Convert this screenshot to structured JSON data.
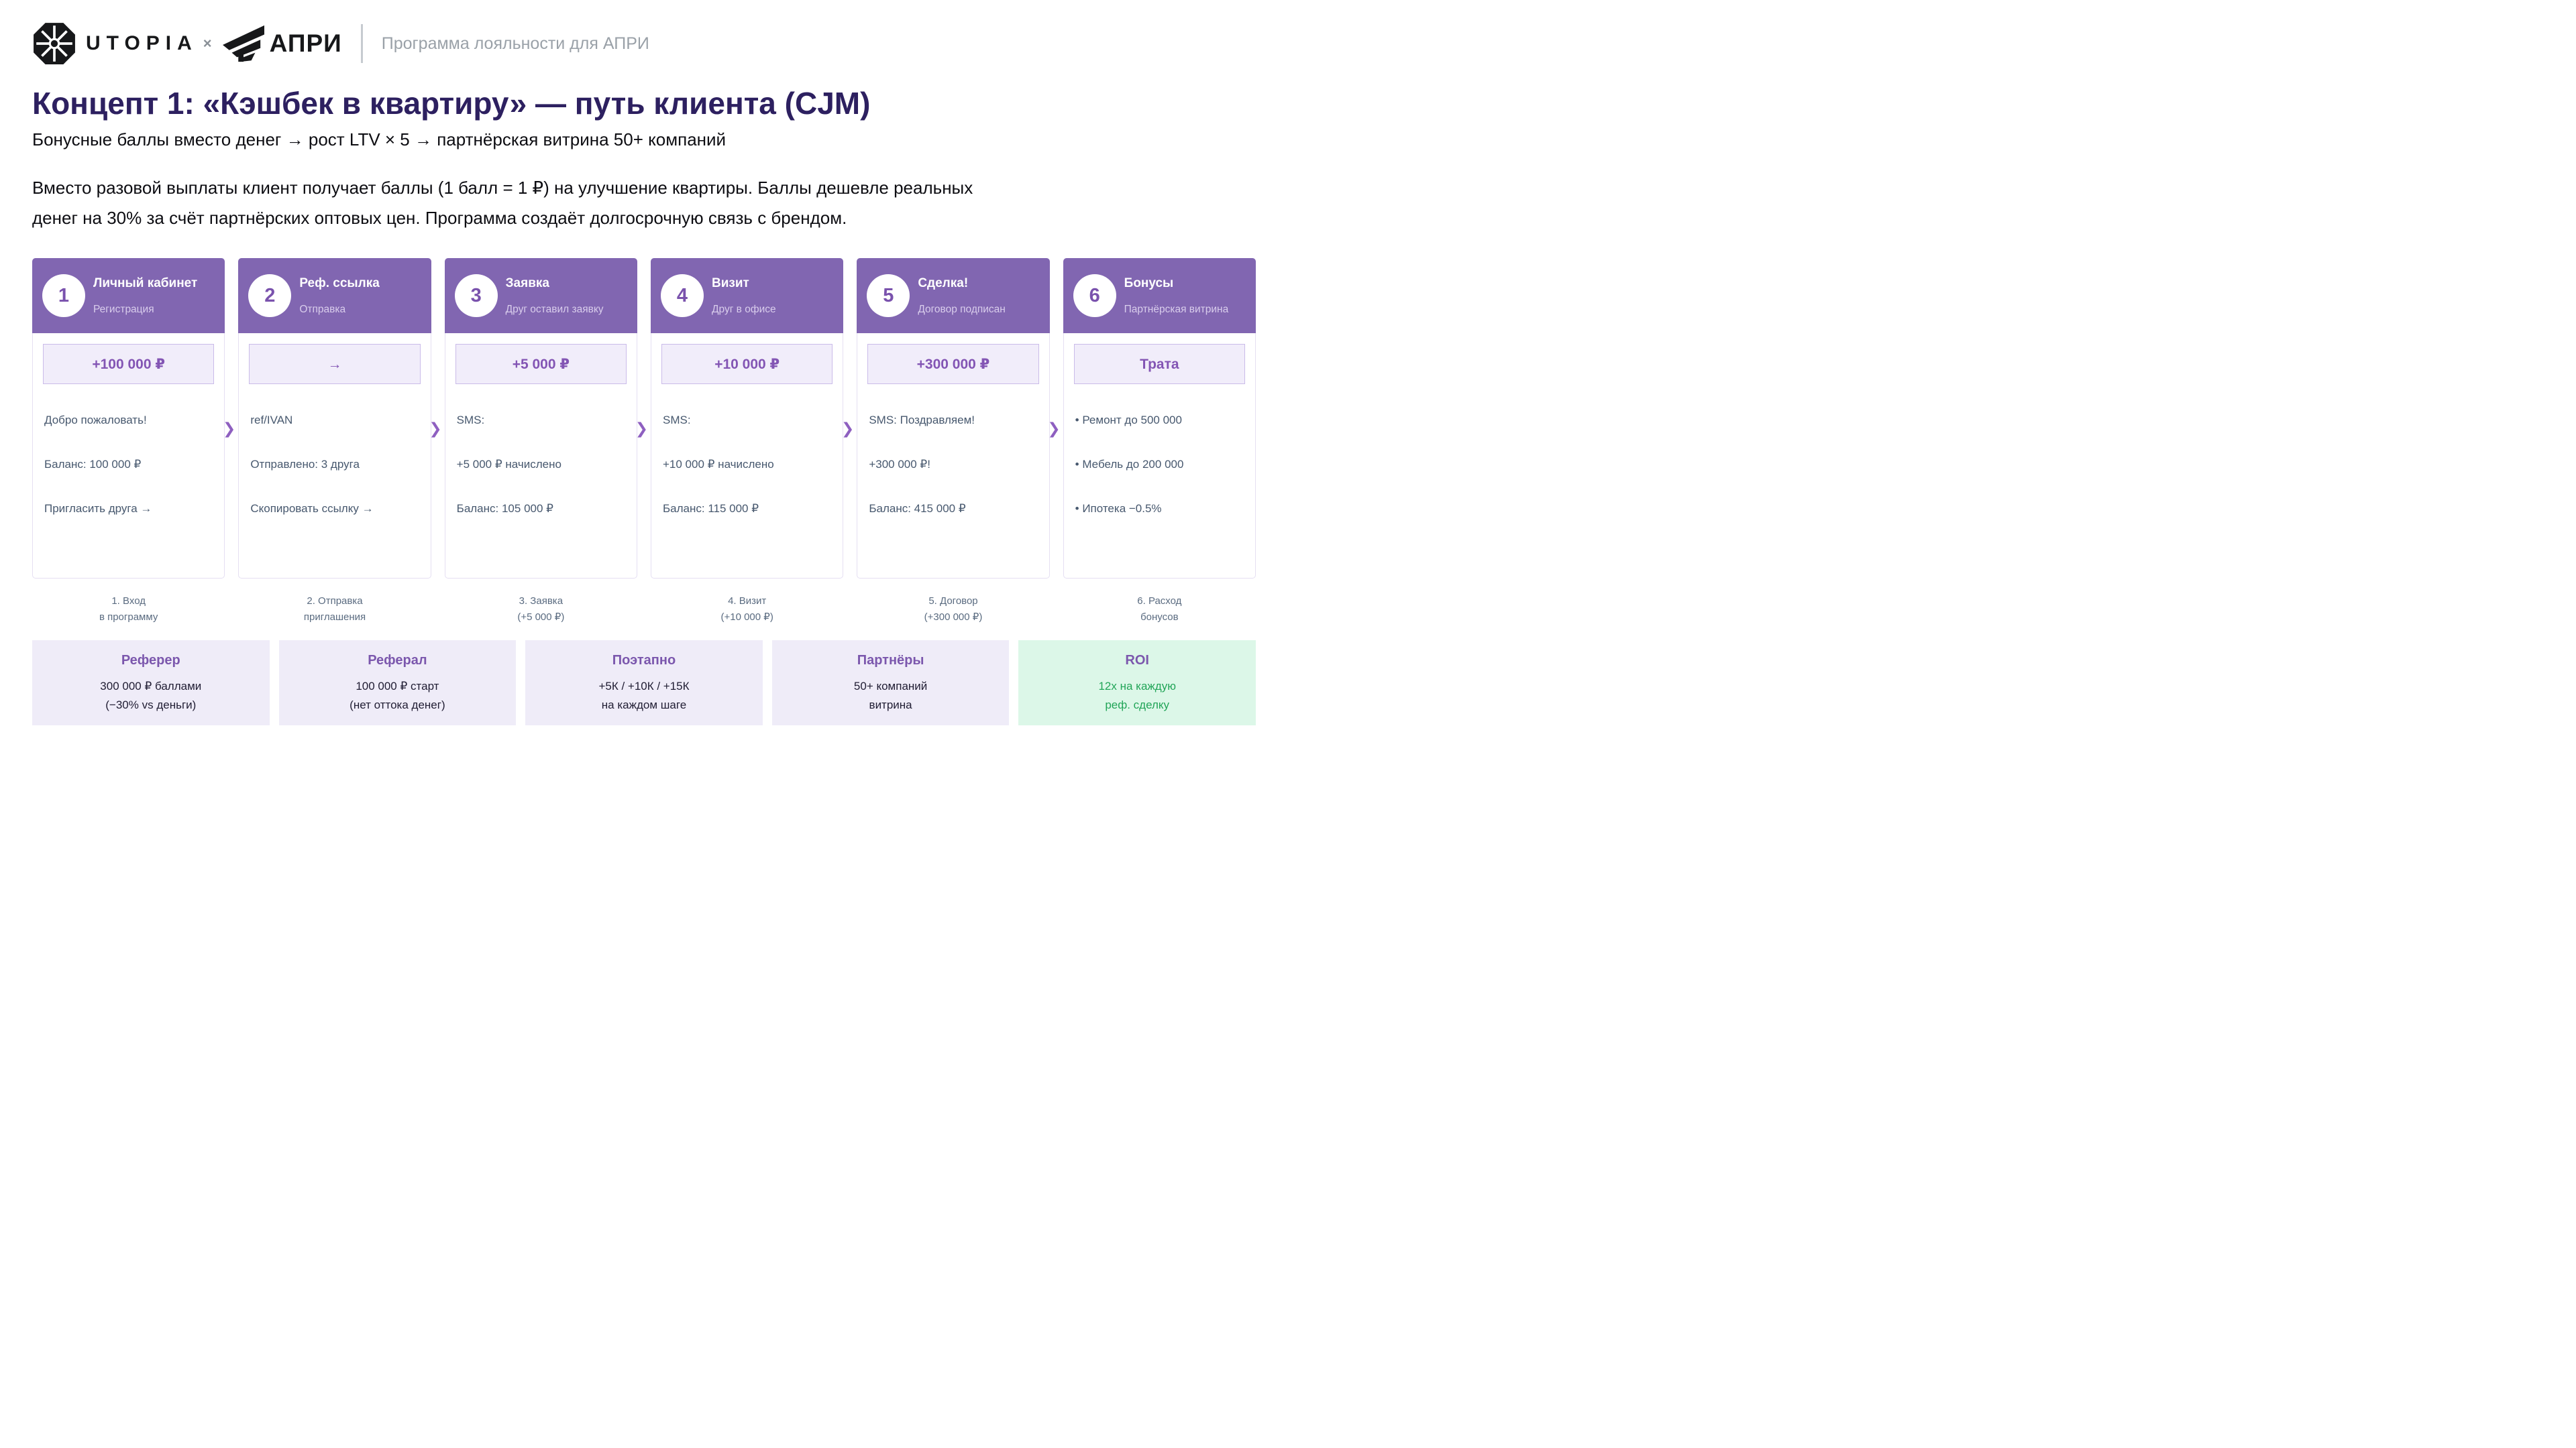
{
  "header": {
    "brand_left": "UTOPIA",
    "cross": "×",
    "brand_right": "АПРИ",
    "tagline": "Программа лояльности для АПРИ"
  },
  "title": "Концепт 1: «Кэшбек в квартиру» — путь клиента (CJM)",
  "subtitle": "Бонусные баллы вместо денег → рост LTV × 5 → партнёрская витрина 50+ компаний",
  "description_line1": "Вместо разовой выплаты клиент получает баллы (1 балл = 1 ₽) на улучшение квартиры. Баллы дешевле реальных",
  "description_line2": "денег на 30% за счёт партнёрских оптовых цен. Программа создаёт долгосрочную связь с брендом.",
  "icons": {
    "chevron": "❯",
    "utopia_logo_icon": "octagon-spoke-wheel",
    "apri_logo_icon": "wing"
  },
  "journey_steps": [
    {
      "number": "1",
      "title": "Личный кабинет",
      "subtitle": "Регистрация",
      "badge": "+100 000 ₽",
      "lines": [
        "Добро пожаловать!",
        "Баланс: 100 000 ₽",
        "Пригласить друга →"
      ],
      "caption_line1": "1. Вход",
      "caption_line2": "в программу"
    },
    {
      "number": "2",
      "title": "Реф. ссылка",
      "subtitle": "Отправка",
      "badge": "→",
      "lines": [
        "ref/IVAN",
        "Отправлено: 3 друга",
        "Скопировать ссылку →"
      ],
      "caption_line1": "2. Отправка",
      "caption_line2": "приглашения"
    },
    {
      "number": "3",
      "title": "Заявка",
      "subtitle": "Друг оставил заявку",
      "badge": "+5 000 ₽",
      "lines": [
        "SMS:",
        "+5 000 ₽ начислено",
        "Баланс: 105 000 ₽"
      ],
      "caption_line1": "3. Заявка",
      "caption_line2": "(+5 000 ₽)"
    },
    {
      "number": "4",
      "title": "Визит",
      "subtitle": "Друг в офисе",
      "badge": "+10 000 ₽",
      "lines": [
        "SMS:",
        "+10 000 ₽ начислено",
        "Баланс: 115 000 ₽"
      ],
      "caption_line1": "4. Визит",
      "caption_line2": "(+10 000 ₽)"
    },
    {
      "number": "5",
      "title": "Сделка!",
      "subtitle": "Договор подписан",
      "badge": "+300 000 ₽",
      "lines": [
        "SMS: Поздравляем!",
        "+300 000 ₽!",
        "Баланс: 415 000 ₽"
      ],
      "caption_line1": "5. Договор",
      "caption_line2": "(+300 000 ₽)"
    },
    {
      "number": "6",
      "title": "Бонусы",
      "subtitle": "Партнёрская витрина",
      "badge": "Трата",
      "lines": [
        "• Ремонт до 500 000",
        "• Мебель до 200 000",
        "• Ипотека −0.5%"
      ],
      "caption_line1": "6. Расход",
      "caption_line2": "бонусов"
    }
  ],
  "summary_cards": [
    {
      "heading": "Реферер",
      "line1": "300 000 ₽ баллами",
      "line2": "(−30% vs деньги)",
      "variant": "purple"
    },
    {
      "heading": "Реферал",
      "line1": "100 000 ₽ старт",
      "line2": "(нет оттока денег)",
      "variant": "purple"
    },
    {
      "heading": "Поэтапно",
      "line1": "+5К / +10К / +15К",
      "line2": "на каждом шаге",
      "variant": "purple"
    },
    {
      "heading": "Партнёры",
      "line1": "50+ компаний",
      "line2": "витрина",
      "variant": "purple"
    },
    {
      "heading": "ROI",
      "line1": "12x на каждую",
      "line2": "реф. сделку",
      "variant": "green"
    }
  ],
  "colors": {
    "card_header_purple": "#8166b1",
    "title_dark_purple": "#2d2060",
    "badge_text_purple": "#8355b4",
    "badge_bg": "#f1edfa",
    "body_text_slate": "#47586e",
    "chevron_purple": "#8e5fc0",
    "summary_bg_lavender": "#efecf8",
    "summary_heading_purple": "#7b57ad",
    "roi_bg_green": "#dcf7e8",
    "roi_text_green": "#22a558",
    "tagline_gray": "#9aa1a8"
  }
}
